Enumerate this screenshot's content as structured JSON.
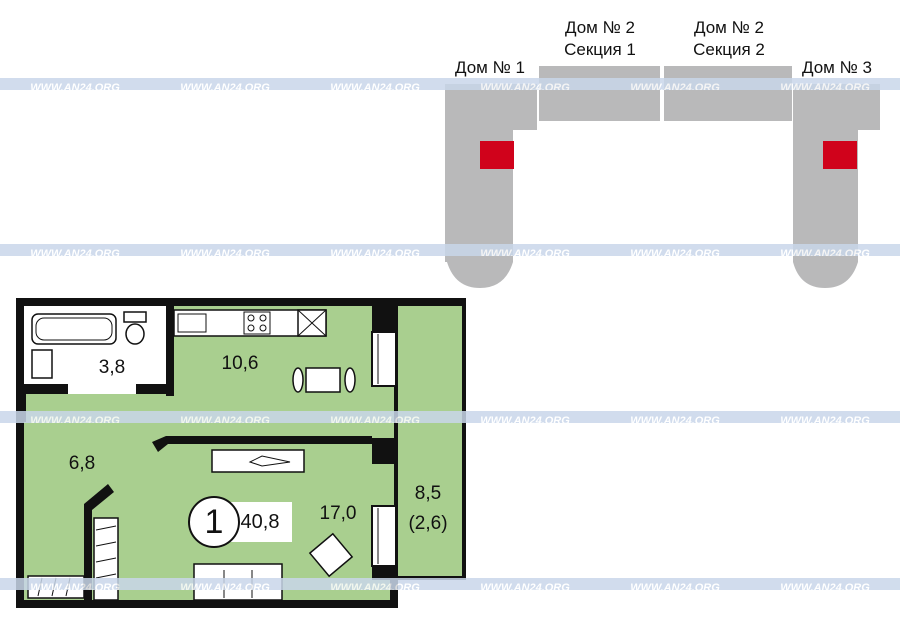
{
  "site_plan": {
    "buildings": [
      {
        "id": "house1",
        "label_line1": "Дом № 1",
        "label_line2": ""
      },
      {
        "id": "house2s1",
        "label_line1": "Дом № 2",
        "label_line2": "Секция 1"
      },
      {
        "id": "house2s2",
        "label_line1": "Дом № 2",
        "label_line2": "Секция 2"
      },
      {
        "id": "house3",
        "label_line1": "Дом № 3",
        "label_line2": ""
      }
    ],
    "building_color": "#b9b9ba",
    "highlight_color": "#d0021b"
  },
  "floor_plan": {
    "fill_color": "#a9cf8f",
    "wall_color": "#111111",
    "rooms": {
      "bathroom": "3,8",
      "kitchen": "10,6",
      "hall": "6,8",
      "living": "17,0",
      "balcony_area": "8,5",
      "balcony_coef": "(2,6)"
    },
    "room_count": "1",
    "total_area": "40,8"
  },
  "watermark": {
    "text": "WWW.AN24.ORG",
    "color": "#c9d7ea"
  }
}
